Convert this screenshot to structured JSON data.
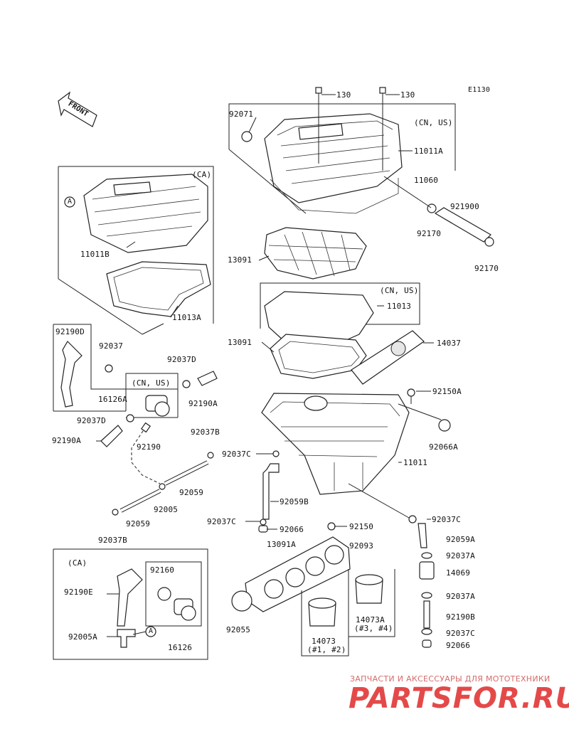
{
  "diagram_code": "E1130",
  "front_label": "FRONT",
  "callout_a": "A",
  "region_labels": {
    "cn_us_top": "(CN, US)",
    "ca_cover": "(CA)",
    "cn_us_filter": "(CN, US)",
    "cn_us_valve": "(CN, US)",
    "ca_bottom": "(CA)"
  },
  "part_labels": {
    "p130_a": "130",
    "p130_b": "130",
    "p92071": "92071",
    "p11011A": "11011A",
    "p11060": "11060",
    "p921900": "921900",
    "p92170_a": "92170",
    "p92170_b": "92170",
    "p11011B": "11011B",
    "p11013A": "11013A",
    "p13091_a": "13091",
    "p13091_b": "13091",
    "p11013": "11013",
    "p14037": "14037",
    "p92190D": "92190D",
    "p92037": "92037",
    "p92037D_a": "92037D",
    "p16126A": "16126A",
    "p92190A_a": "92190A",
    "p92037D_b": "92037D",
    "p92190A_b": "92190A",
    "p92190": "92190",
    "p92037B_a": "92037B",
    "p92059_a": "92059",
    "p92005": "92005",
    "p92059_b": "92059",
    "p92037B_b": "92037B",
    "p92150A": "92150A",
    "p92066A": "92066A",
    "p92037C_a": "92037C",
    "p11011": "11011",
    "p92059B": "92059B",
    "p92037C_b": "92037C",
    "p92066_a": "92066",
    "p92037C_c": "92037C",
    "p92059A": "92059A",
    "p92037A_a": "92037A",
    "p14069": "14069",
    "p92037A_b": "92037A",
    "p92190B": "92190B",
    "p92037C_d": "92037C",
    "p92066_b": "92066",
    "p92150": "92150",
    "p13091A": "13091A",
    "p92093": "92093",
    "p92055": "92055",
    "p14073": "14073",
    "p14073_note": "(#1, #2)",
    "p14073A": "14073A",
    "p14073A_note": "(#3, #4)",
    "p92160": "92160",
    "p92190E": "92190E",
    "p92005A": "92005A",
    "p16126": "16126"
  },
  "watermark": {
    "tagline": "ЗАПЧАСТИ И АКСЕССУАРЫ ДЛЯ МОТОТЕХНИКИ",
    "brand": "PARTSFOR.RU"
  },
  "colors": {
    "line": "#222222",
    "watermark_red": "#e02a2a"
  }
}
